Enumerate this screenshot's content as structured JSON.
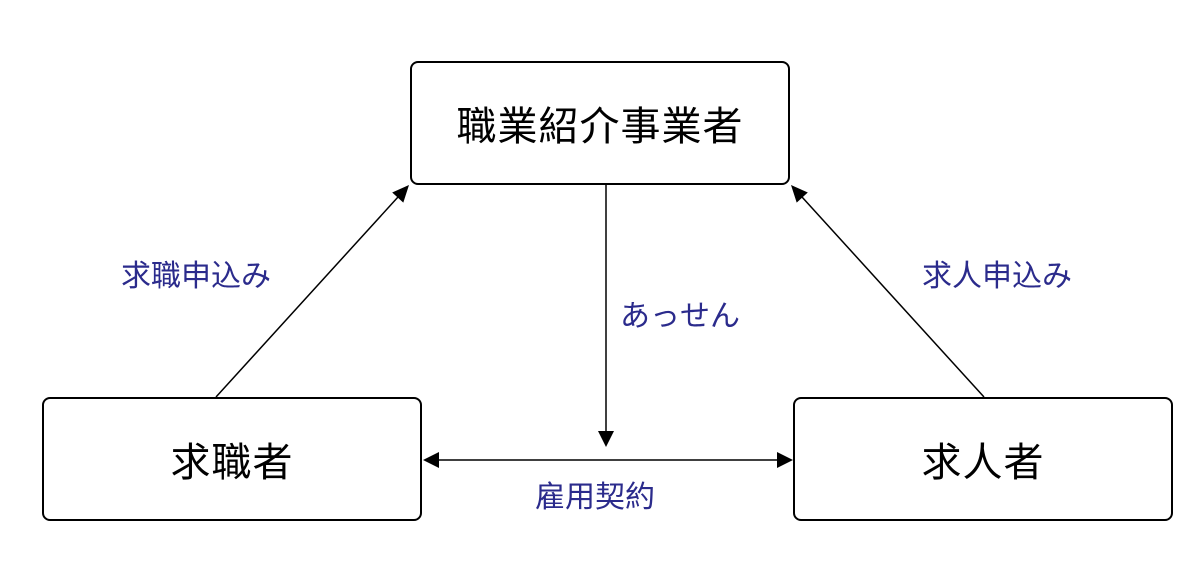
{
  "colors": {
    "box_border": "#000000",
    "box_text": "#000000",
    "line": "#000000",
    "label_text": "#2b2b8c"
  },
  "nodes": {
    "agency": "職業紹介事業者",
    "seeker": "求職者",
    "employer": "求人者"
  },
  "edges": {
    "seeker_to_agency": "求職申込み",
    "employer_to_agency": "求人申込み",
    "agency_to_contract": "あっせん",
    "seeker_employer": "雇用契約"
  }
}
